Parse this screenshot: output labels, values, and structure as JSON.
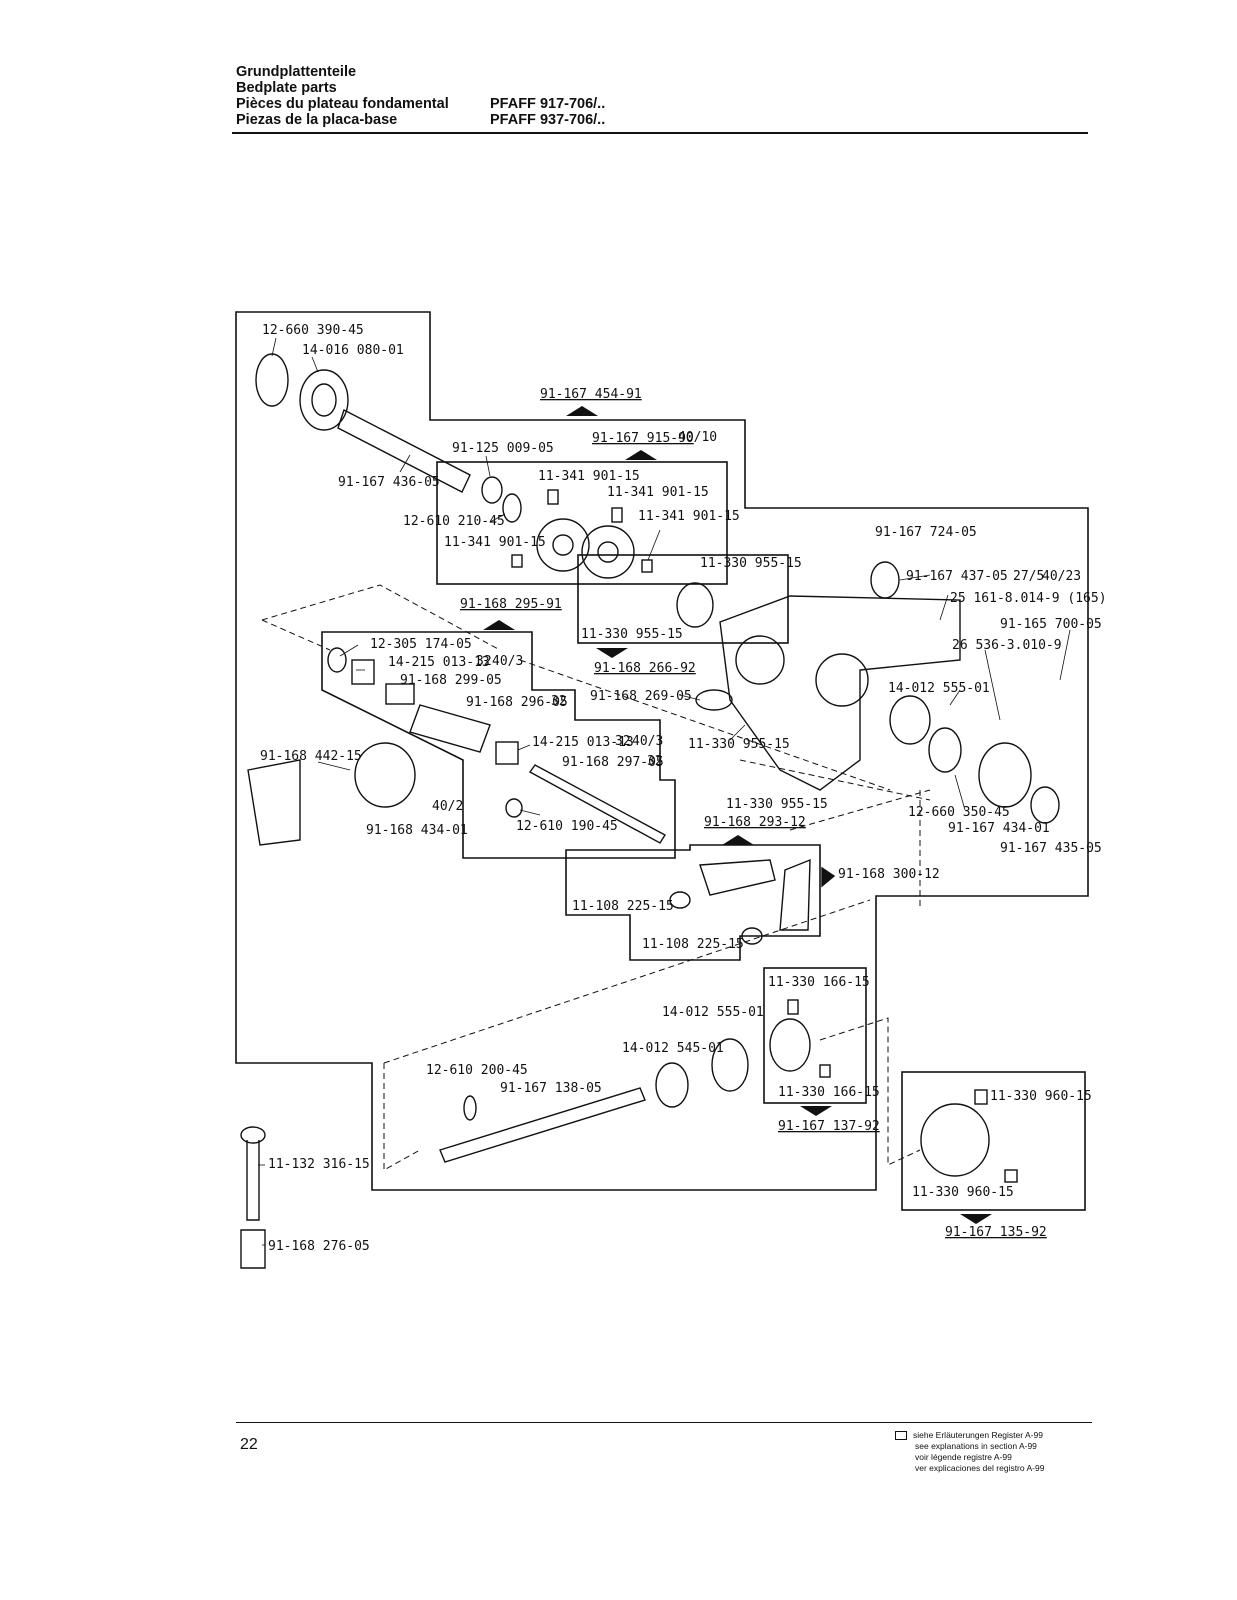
{
  "header": {
    "title_de": "Grundplattenteile",
    "title_en": "Bedplate parts",
    "title_fr": "Pièces du plateau fondamental",
    "title_es": "Piezas de la placa-base",
    "model_1": "PFAFF 917-706/..",
    "model_2": "PFAFF 937-706/.."
  },
  "labels": {
    "p1": "12-660 390-45",
    "p2": "14-016 080-01",
    "p3": "91-167 454-91",
    "p4": "91-167 915-90",
    "p4_ref": "40/10",
    "p5": "91-125 009-05",
    "p6": "91-167 436-05",
    "p7": "11-341 901-15",
    "p8": "11-341 901-15",
    "p9": "11-341 901-15",
    "p10": "11-341 901-15",
    "p11": "12-610 210-45",
    "p12": "11-330 955-15",
    "p13": "91-167 724-05",
    "p14": "91-167 437-05",
    "p14_ref1": "27/5",
    "p14_ref2": "40/23",
    "p15": "25 161-8.014-9 (165)",
    "p16": "91-165 700-05",
    "p17": "26 536-3.010-9",
    "p18": "91-168 295-91",
    "p19": "11-330 955-15",
    "p20": "91-168 266-92",
    "p21": "12-305 174-05",
    "p22": "14-215 013-13",
    "p22_ref1": "32",
    "p22_ref2": "40/3",
    "p23": "91-168 299-05",
    "p24": "91-168 296-05",
    "p24_ref": "32",
    "p25": "91-168 269-05",
    "p26": "14-012 555-01",
    "p27": "14-215 013-13",
    "p27_ref1": "32",
    "p27_ref2": "40/3",
    "p28": "11-330 955-15",
    "p29": "91-168 297-05",
    "p29_ref": "32",
    "p30": "91-168 442-15",
    "p31": "40/2",
    "p32": "91-168 434-01",
    "p33": "12-610 190-45",
    "p34": "11-330 955-15",
    "p35": "91-168 293-12",
    "p36": "12-660 350-45",
    "p37": "91-167 434-01",
    "p38": "91-167 435-05",
    "p39": "91-168 300-12",
    "p40": "11-108 225-15",
    "p41": "11-108 225-15",
    "p42": "11-330 166-15",
    "p43": "14-012 555-01",
    "p44": "14-012 545-01",
    "p45": "12-610 200-45",
    "p46": "91-167 138-05",
    "p47": "11-330 166-15",
    "p48": "91-167 137-92",
    "p49": "11-330 960-15",
    "p50": "11-330 960-15",
    "p51": "91-167 135-92",
    "p52": "11-132 316-15",
    "p53": "91-168 276-05"
  },
  "footer": {
    "page_number": "22",
    "legend_de": "siehe Erläuterungen Register A-99",
    "legend_en": "see explanations in section A-99",
    "legend_fr": "voir légende registre A-99",
    "legend_es": "ver explicaciones del registro A-99"
  }
}
